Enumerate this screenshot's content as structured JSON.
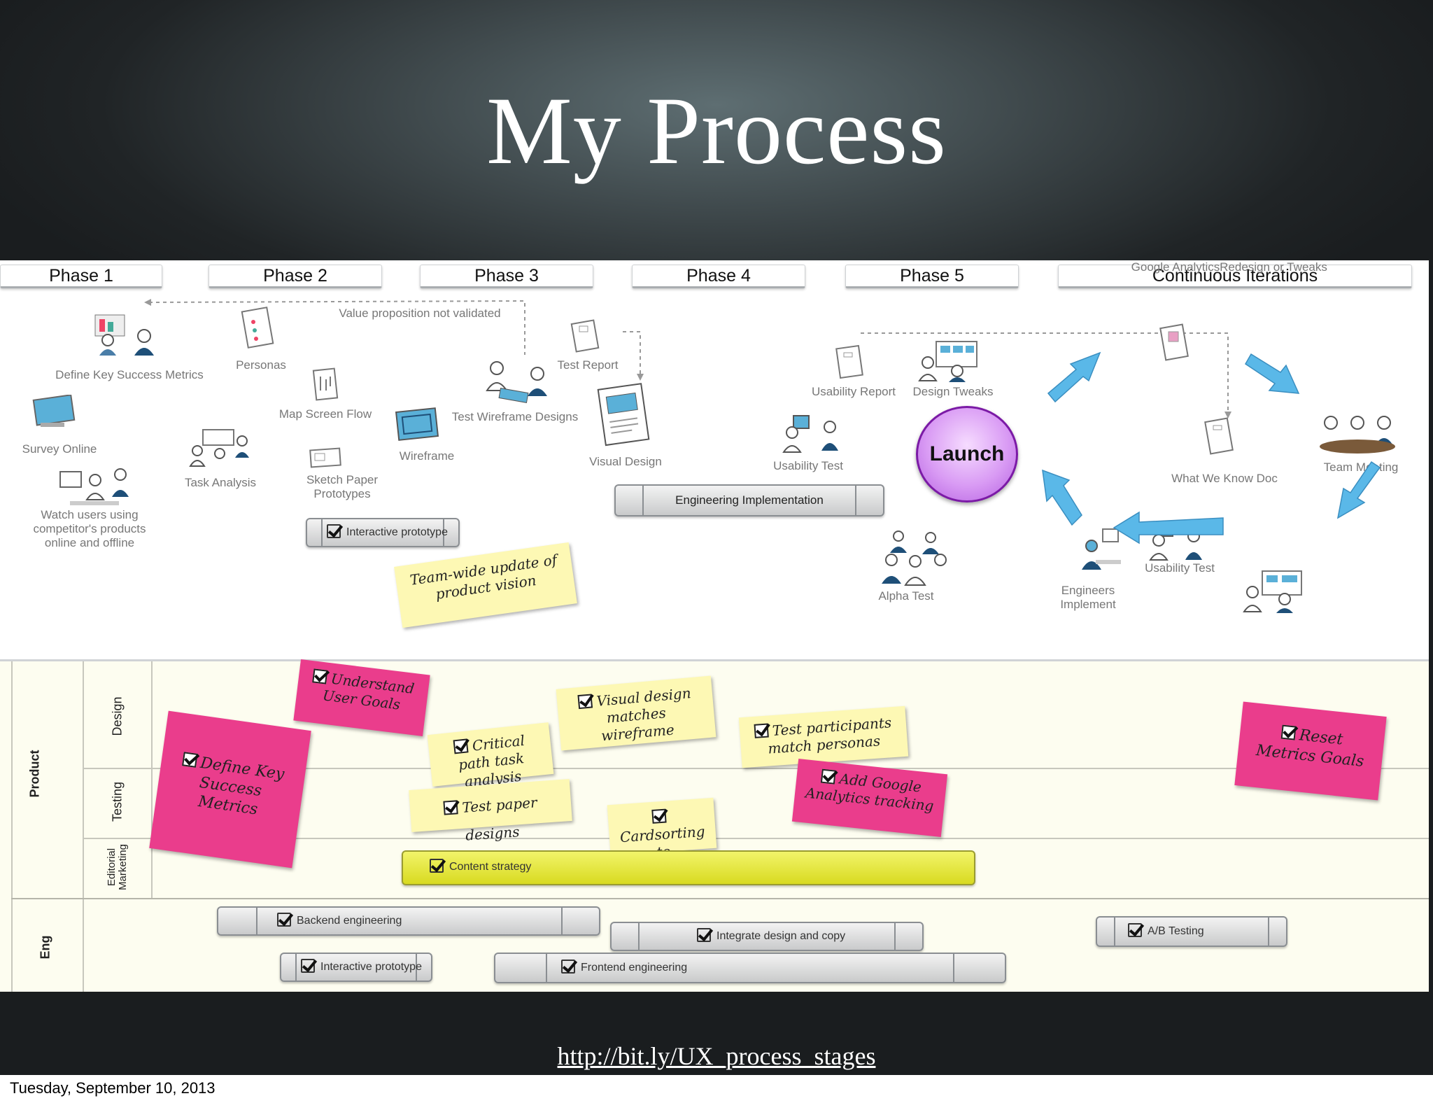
{
  "title": "My Process",
  "url": "http://bit.ly/UX_process_stages",
  "date": "Tuesday, September 10, 2013",
  "phases": [
    "Phase 1",
    "Phase 2",
    "Phase 3",
    "Phase 4",
    "Phase 5",
    "Continuous Iterations"
  ],
  "note_value_prop": "Value proposition not validated",
  "labels": {
    "define_metrics": "Define Key Success Metrics",
    "survey": "Survey Online",
    "watch_users": "Watch users using competitor's products online and offline",
    "personas": "Personas",
    "map_flow": "Map Screen Flow",
    "task_analysis": "Task Analysis",
    "sketch": "Sketch Paper Prototypes",
    "wireframe": "Wireframe",
    "test_wireframe": "Test Wireframe Designs",
    "test_report": "Test Report",
    "visual_design": "Visual Design",
    "usability_report": "Usability Report",
    "design_tweaks": "Design Tweaks",
    "usability_test": "Usability Test",
    "alpha_test": "Alpha Test",
    "google_analytics": "Google Analytics",
    "team_meeting": "Team Meeting",
    "what_we_know": "What We Know Doc",
    "usability_test2": "Usability Test",
    "engineers_implement": "Engineers Implement",
    "redesign": "Redesign or Tweaks"
  },
  "launch": "Launch",
  "bars": {
    "interactive_prototype_top": "Interactive prototype",
    "engineering_impl": "Engineering Implementation",
    "content_strategy": "Content strategy",
    "backend": "Backend engineering",
    "integrate": "Integrate design and copy",
    "ab_testing": "A/B Testing",
    "interactive_prototype_bottom": "Interactive prototype",
    "frontend": "Frontend engineering"
  },
  "stickies": {
    "team_update": "Team-wide update of product vision",
    "understand_goals": "Understand User Goals",
    "define_key": "Define Key Success Metrics",
    "critical_path": "Critical path task analysis",
    "visual_matches": "Visual design matches wireframe",
    "test_participants": "Test participants match personas",
    "test_paper": "Test paper designs",
    "cardsorting": "Cardsorting to categorize",
    "add_google": "Add Google Analytics tracking",
    "reset_metrics": "Reset Metrics Goals"
  },
  "lanes": {
    "product": "Product",
    "design": "Design",
    "testing": "Testing",
    "editorial": "Editorial Marketing",
    "eng": "Eng"
  },
  "colors": {
    "arrow_blue": "#5ab8e8",
    "sticky_pink": "#ea3d8c",
    "sticky_yellow": "#fdf8b4",
    "launch_purple": "#d99bf4",
    "content_bar": "#e8ea40"
  }
}
